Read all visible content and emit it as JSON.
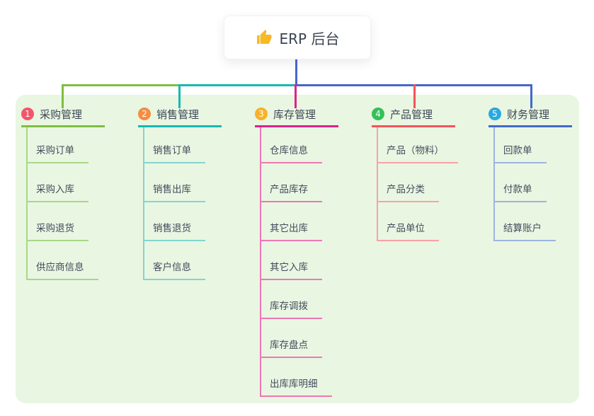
{
  "root": {
    "title": "ERP 后台",
    "icon": "thumbs-up-icon",
    "icon_color": "#f7b928"
  },
  "colors": {
    "panel_background": "#e9f6e2",
    "root_stem": "#4468cb",
    "node_text": "#3d4756"
  },
  "branches": [
    {
      "index": "1",
      "label": "采购管理",
      "badge_color": "#f2566a",
      "line_color": "#7fbe42",
      "sub_line_color": "#a9d787",
      "items": [
        "采购订单",
        "采购入库",
        "采购退货",
        "供应商信息"
      ]
    },
    {
      "index": "2",
      "label": "销售管理",
      "badge_color": "#f78c41",
      "line_color": "#16b9b3",
      "sub_line_color": "#82d6cf",
      "items": [
        "销售订单",
        "销售出库",
        "销售退货",
        "客户信息"
      ]
    },
    {
      "index": "3",
      "label": "库存管理",
      "badge_color": "#f7b227",
      "line_color": "#e0218a",
      "sub_line_color": "#ee77b4",
      "items": [
        "仓库信息",
        "产品库存",
        "其它出库",
        "其它入库",
        "库存调拨",
        "库存盘点",
        "出库库明细"
      ]
    },
    {
      "index": "4",
      "label": "产品管理",
      "badge_color": "#33c159",
      "line_color": "#f5535b",
      "sub_line_color": "#f9a2a6",
      "items": [
        "产品（物料）",
        "产品分类",
        "产品单位"
      ]
    },
    {
      "index": "5",
      "label": "财务管理",
      "badge_color": "#29a9e0",
      "line_color": "#4468cb",
      "sub_line_color": "#9db3e2",
      "items": [
        "回款单",
        "付款单",
        "结算账户"
      ]
    }
  ]
}
